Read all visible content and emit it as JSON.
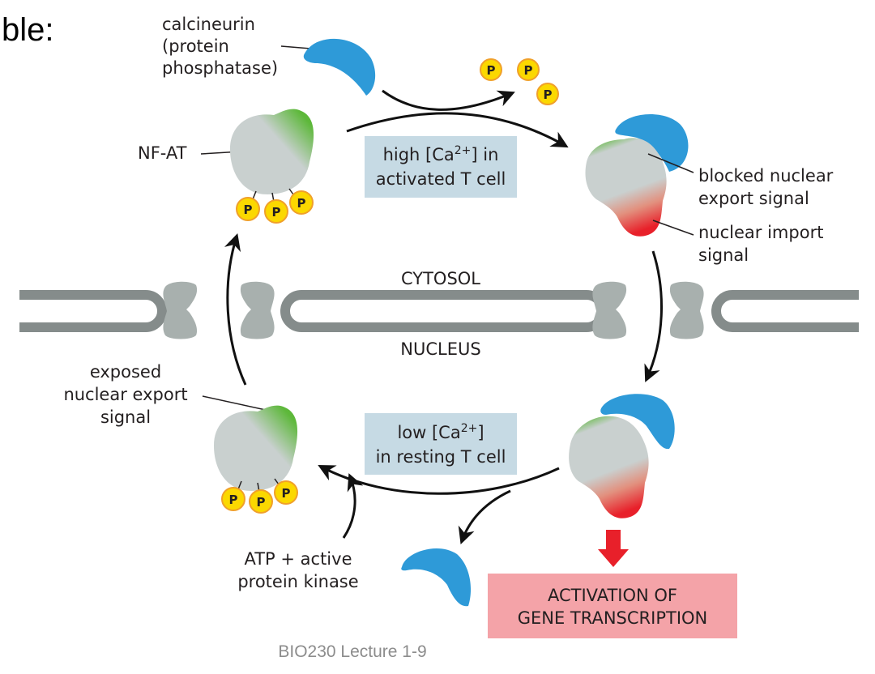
{
  "slide": {
    "title_fragment": "ble:",
    "footer": "BIO230 Lecture 1-9"
  },
  "labels": {
    "calcineurin": [
      "calcineurin",
      "(protein",
      "phosphatase)"
    ],
    "nfat": "NF-AT",
    "blocked_export": [
      "blocked nuclear",
      "export signal"
    ],
    "import_signal": [
      "nuclear import",
      "signal"
    ],
    "cytosol": "CYTOSOL",
    "nucleus": "NUCLEUS",
    "exposed_export": [
      "exposed",
      "nuclear export",
      "signal"
    ],
    "atp_kinase": [
      "ATP + active",
      "protein kinase"
    ],
    "phosphate": "P"
  },
  "boxes": {
    "high_ca": {
      "line1_pre": "high [Ca",
      "sup": "2+",
      "line1_post": "] in",
      "line2": "activated T cell"
    },
    "low_ca": {
      "line1_pre": "low [Ca",
      "sup": "2+",
      "line1_post": "]",
      "line2": "in resting T cell"
    },
    "activation": [
      "ACTIVATION OF",
      "GENE TRANSCRIPTION"
    ]
  },
  "colors": {
    "calcineurin_blue": "#2e9ad8",
    "nfat_gray": "#c9d0cf",
    "export_green": "#5db83a",
    "import_red": "#e8202a",
    "phosphate_yellow": "#fbd800",
    "phosphate_ring": "#f0a02a",
    "ca_box": "#c6dae4",
    "activation_box": "#f4a3a8",
    "membrane": "#858c8b",
    "pore": "#a8b0ae"
  }
}
